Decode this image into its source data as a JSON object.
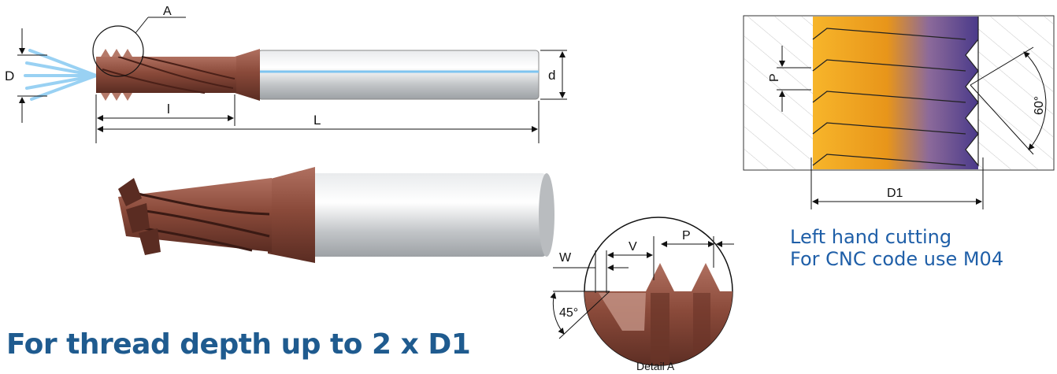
{
  "tool_drawing": {
    "labels": {
      "detail_callout": "A",
      "cut_diameter": "D",
      "shank_diameter": "d",
      "cut_length": "l",
      "overall_length": "L"
    }
  },
  "thread_section": {
    "labels": {
      "pitch": "P",
      "angle": "60°",
      "diameter": "D1"
    }
  },
  "detail_a": {
    "labels": {
      "w": "W",
      "v": "V",
      "p": "P",
      "angle": "45°",
      "caption": "Detail A"
    }
  },
  "note": {
    "line1": "Left hand cutting",
    "line2": "For CNC code use M04"
  },
  "headline": "For thread depth up to 2 x D1",
  "colors": {
    "coating": "#8a4a3a",
    "shank": "#c9cccf",
    "coolant": "#7ec4f0",
    "thread_gold": "#f2a31b",
    "thread_purple": "#6a55a0",
    "text_blue": "#1f5fa8"
  }
}
